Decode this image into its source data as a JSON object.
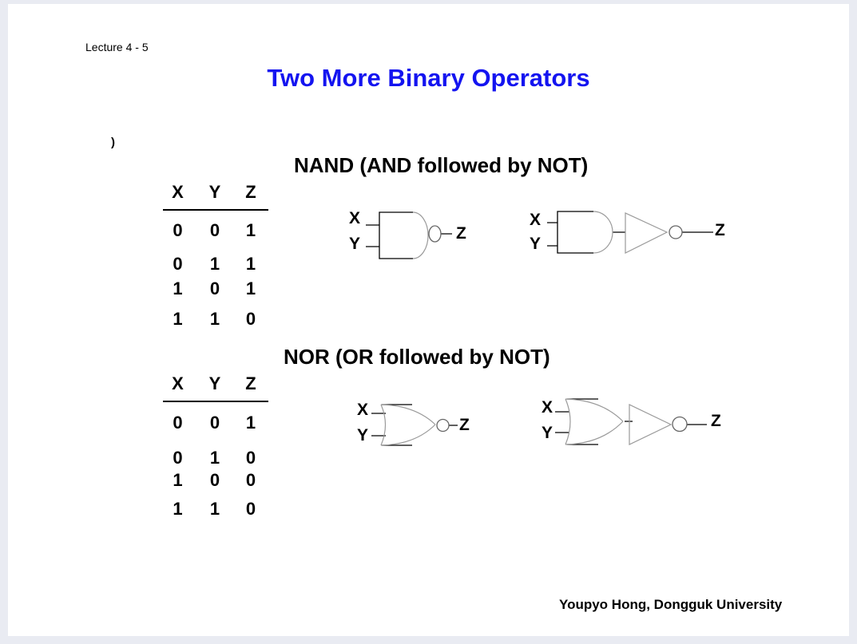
{
  "slide": {
    "lecture_label": "Lecture 4 - 5",
    "title": "Two More Binary Operators",
    "title_color": "#1414f0",
    "stray_paren": ")",
    "footer": "Youpyo Hong, Dongguk University"
  },
  "gate_labels": {
    "x": "X",
    "y": "Y",
    "z": "Z"
  },
  "nand": {
    "heading": "NAND (AND followed by NOT)",
    "table": {
      "headers": [
        "X",
        "Y",
        "Z"
      ],
      "rows": [
        [
          "0",
          "0",
          "1"
        ],
        [
          "0",
          "1",
          "1"
        ],
        [
          "1",
          "0",
          "1"
        ],
        [
          "1",
          "1",
          "0"
        ]
      ]
    }
  },
  "nor": {
    "heading": "NOR (OR followed by NOT)",
    "table": {
      "headers": [
        "X",
        "Y",
        "Z"
      ],
      "rows": [
        [
          "0",
          "0",
          "1"
        ],
        [
          "0",
          "1",
          "0"
        ],
        [
          "1",
          "0",
          "0"
        ],
        [
          "1",
          "1",
          "0"
        ]
      ]
    }
  }
}
